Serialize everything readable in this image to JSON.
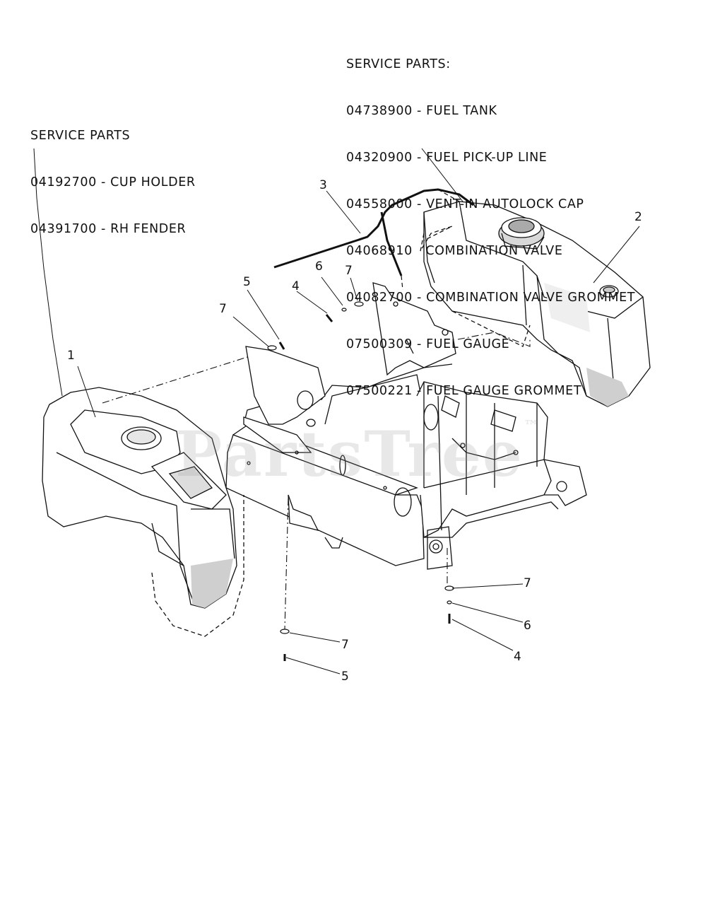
{
  "service_parts_right": {
    "heading": "SERVICE PARTS:",
    "items": [
      "04738900 - FUEL TANK",
      "04320900 - FUEL PICK-UP LINE",
      "04558000 - VENT-IN AUTOLOCK CAP",
      "04068910   COMBINATION VALVE",
      "04082700 - COMBINATION VALVE GROMMET",
      "07500309 - FUEL GAUGE",
      "07500221 - FUEL GAUGE GROMMET"
    ]
  },
  "service_parts_left": {
    "heading": "SERVICE PARTS",
    "items": [
      "04192700 - CUP HOLDER",
      "04391700 - RH FENDER"
    ]
  },
  "callouts": {
    "c1": "1",
    "c2": "2",
    "c3": "3",
    "c4_top": "4",
    "c5_top": "5",
    "c6_top": "6",
    "c7_top_left": "7",
    "c7_top_right": "7",
    "c7_right": "7",
    "c6_right": "6",
    "c4_right": "4",
    "c7_bottom": "7",
    "c5_bottom": "5"
  },
  "watermark": {
    "text": "PartsTree",
    "mark": "™"
  },
  "colors": {
    "line": "#111111",
    "shade": "#cfcfcf",
    "dark_shade": "#8a8a8a",
    "watermark": "#969696"
  }
}
